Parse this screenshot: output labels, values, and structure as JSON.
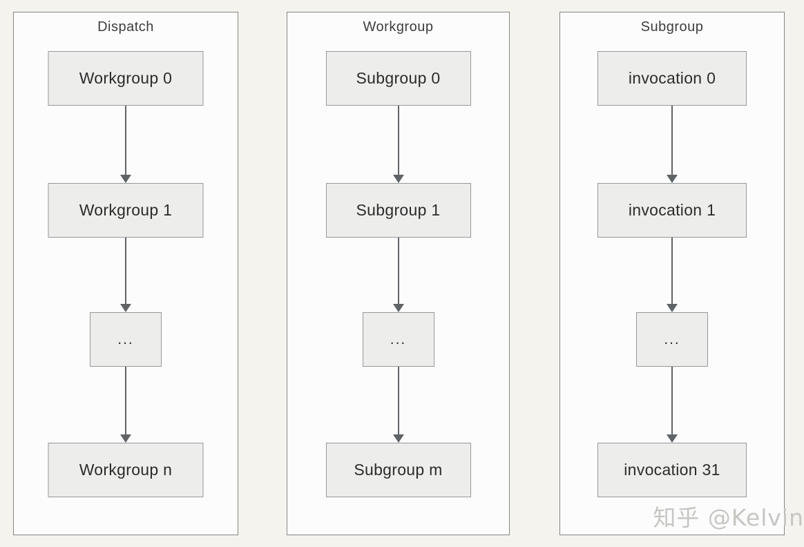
{
  "diagram": {
    "columns": [
      {
        "title": "Dispatch",
        "boxes": [
          "Workgroup 0",
          "Workgroup 1",
          "...",
          "Workgroup n"
        ]
      },
      {
        "title": "Workgroup",
        "boxes": [
          "Subgroup 0",
          "Subgroup 1",
          "...",
          "Subgroup m"
        ]
      },
      {
        "title": "Subgroup",
        "boxes": [
          "invocation 0",
          "invocation 1",
          "...",
          "invocation 31"
        ]
      }
    ]
  },
  "watermark": "知乎 @Kelvin",
  "colors": {
    "bg": "#f4f3ee",
    "panel_fill": "#fcfcfd",
    "panel_border": "#858585",
    "node_fill": "#ededec",
    "node_border": "#979797",
    "arrow": "#5f6366",
    "title_text": "#3d3d3d",
    "node_text": "#2b2b2b",
    "watermark_color": "#c8c6c2"
  }
}
